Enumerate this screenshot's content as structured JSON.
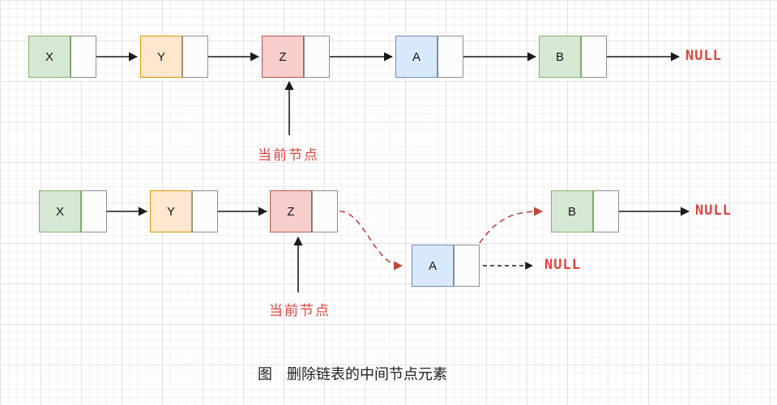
{
  "colors": {
    "green_fill": "#d5e8d4",
    "green_border": "#82b366",
    "orange_fill": "#ffe6cc",
    "orange_border": "#d79b00",
    "red_fill": "#f8cecc",
    "red_border": "#b85450",
    "blue_fill": "#dae8fc",
    "blue_border": "#6c8ebf",
    "text_red": "#e0453a",
    "arrow_red": "#c0443c",
    "arrow_black": "#1a1a1a"
  },
  "top_list": {
    "nodes": [
      {
        "label": "X",
        "color": "green"
      },
      {
        "label": "Y",
        "color": "orange"
      },
      {
        "label": "Z",
        "color": "red"
      },
      {
        "label": "A",
        "color": "blue"
      },
      {
        "label": "B",
        "color": "green"
      }
    ],
    "null_label": "NULL",
    "current_node_label": "当前节点"
  },
  "bottom_list": {
    "nodes": [
      {
        "label": "X",
        "color": "green"
      },
      {
        "label": "Y",
        "color": "orange"
      },
      {
        "label": "Z",
        "color": "red"
      },
      {
        "label": "B",
        "color": "green"
      }
    ],
    "detached_node": {
      "label": "A",
      "color": "blue"
    },
    "null_label": "NULL",
    "detached_null_label": "NULL",
    "current_node_label": "当前节点"
  },
  "caption": {
    "prefix": "图",
    "text": "删除链表的中间节点元素"
  }
}
